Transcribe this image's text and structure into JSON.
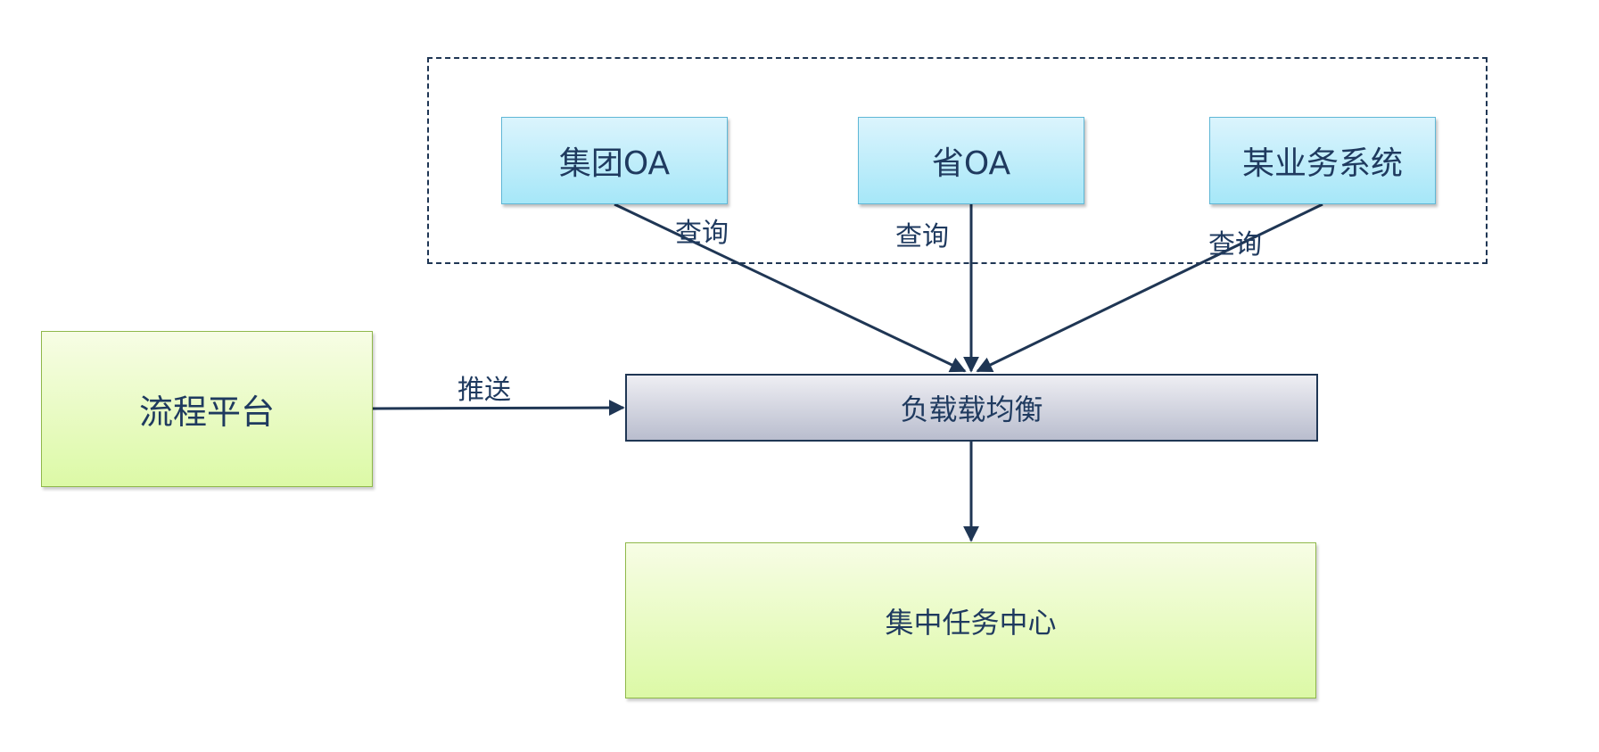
{
  "nodes": {
    "group_oa": "集团OA",
    "province_oa": "省OA",
    "business_system": "某业务系统",
    "process_platform": "流程平台",
    "load_balancer": "负载载均衡",
    "task_center": "集中任务中心"
  },
  "edge_labels": {
    "query_1": "查询",
    "query_2": "查询",
    "query_3": "查询",
    "push": "推送"
  },
  "colors": {
    "line": "#1f3654",
    "blue_box": "#a6e7f8",
    "green_box": "#dcf9a6",
    "gray_box": "#b9bdce"
  }
}
